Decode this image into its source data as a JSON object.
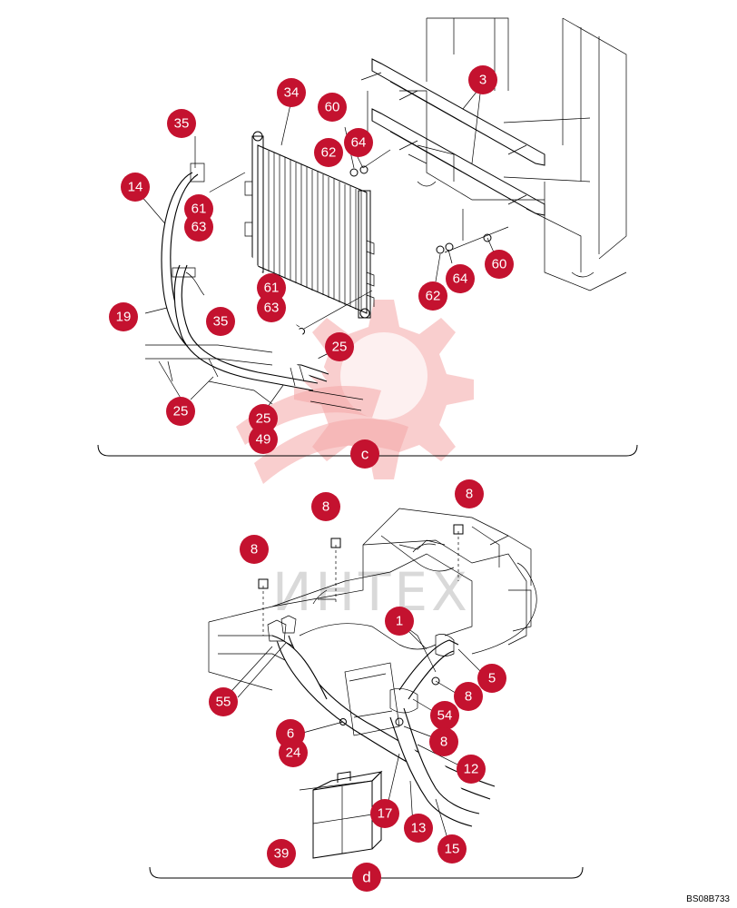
{
  "watermark": "ИНТЕХ",
  "doc_code": "BS08B733",
  "section_c": {
    "label": "c"
  },
  "section_d": {
    "label": "d"
  },
  "callouts_c": [
    "34",
    "35",
    "14",
    "60",
    "3",
    "62",
    "64",
    "61",
    "63",
    "19",
    "35",
    "61",
    "63",
    "60",
    "64",
    "62",
    "25",
    "25",
    "25",
    "49"
  ],
  "callouts_d": [
    "8",
    "8",
    "8",
    "1",
    "55",
    "5",
    "8",
    "54",
    "6",
    "24",
    "8",
    "12",
    "17",
    "13",
    "15",
    "39"
  ],
  "colors": {
    "callout": "#c4122f",
    "watermark": "#f4a5a5"
  }
}
